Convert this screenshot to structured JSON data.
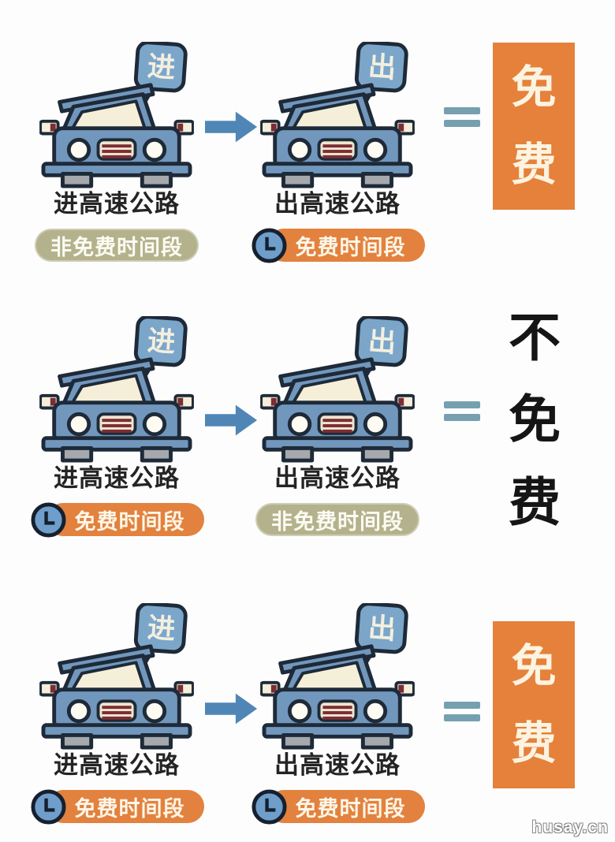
{
  "canvas": {
    "background": "#fdfdfd",
    "watermark": "husay.cn"
  },
  "colors": {
    "car_blue": "#7297bd",
    "outline_navy": "#1e2a38",
    "window_cream": "#f5efda",
    "wheel_gray": "#a5a9ad",
    "grille_maroon": "#7c2d35",
    "roof_sign_blue": "#7ba6ca",
    "arrow_blue": "#4f86b6",
    "equals_blue_gray": "#76a0b0",
    "free_badge_orange": "#e2823e",
    "nonfree_badge_tan": "#b4b28c",
    "result_block_orange": "#e5813a",
    "result_text_black": "#151515",
    "clock_face_blue": "#6f9ecb"
  },
  "rows": [
    {
      "left": {
        "sign": "进",
        "label": "进高速公路",
        "badge": {
          "text": "非免费时间段",
          "type": "nonfree",
          "has_clock": false
        }
      },
      "right": {
        "sign": "出",
        "label": "出高速公路",
        "badge": {
          "text": "免费时间段",
          "type": "free",
          "has_clock": true
        }
      },
      "result": {
        "text": "免费",
        "style": "orange-block"
      }
    },
    {
      "left": {
        "sign": "进",
        "label": "进高速公路",
        "badge": {
          "text": "免费时间段",
          "type": "free",
          "has_clock": true
        }
      },
      "right": {
        "sign": "出",
        "label": "出高速公路",
        "badge": {
          "text": "非免费时间段",
          "type": "nonfree",
          "has_clock": false
        }
      },
      "result": {
        "text": "不免费",
        "style": "plain-black"
      }
    },
    {
      "left": {
        "sign": "进",
        "label": "进高速公路",
        "badge": {
          "text": "免费时间段",
          "type": "free",
          "has_clock": true
        }
      },
      "right": {
        "sign": "出",
        "label": "出高速公路",
        "badge": {
          "text": "免费时间段",
          "type": "free",
          "has_clock": true
        }
      },
      "result": {
        "text": "免费",
        "style": "orange-block"
      }
    }
  ]
}
